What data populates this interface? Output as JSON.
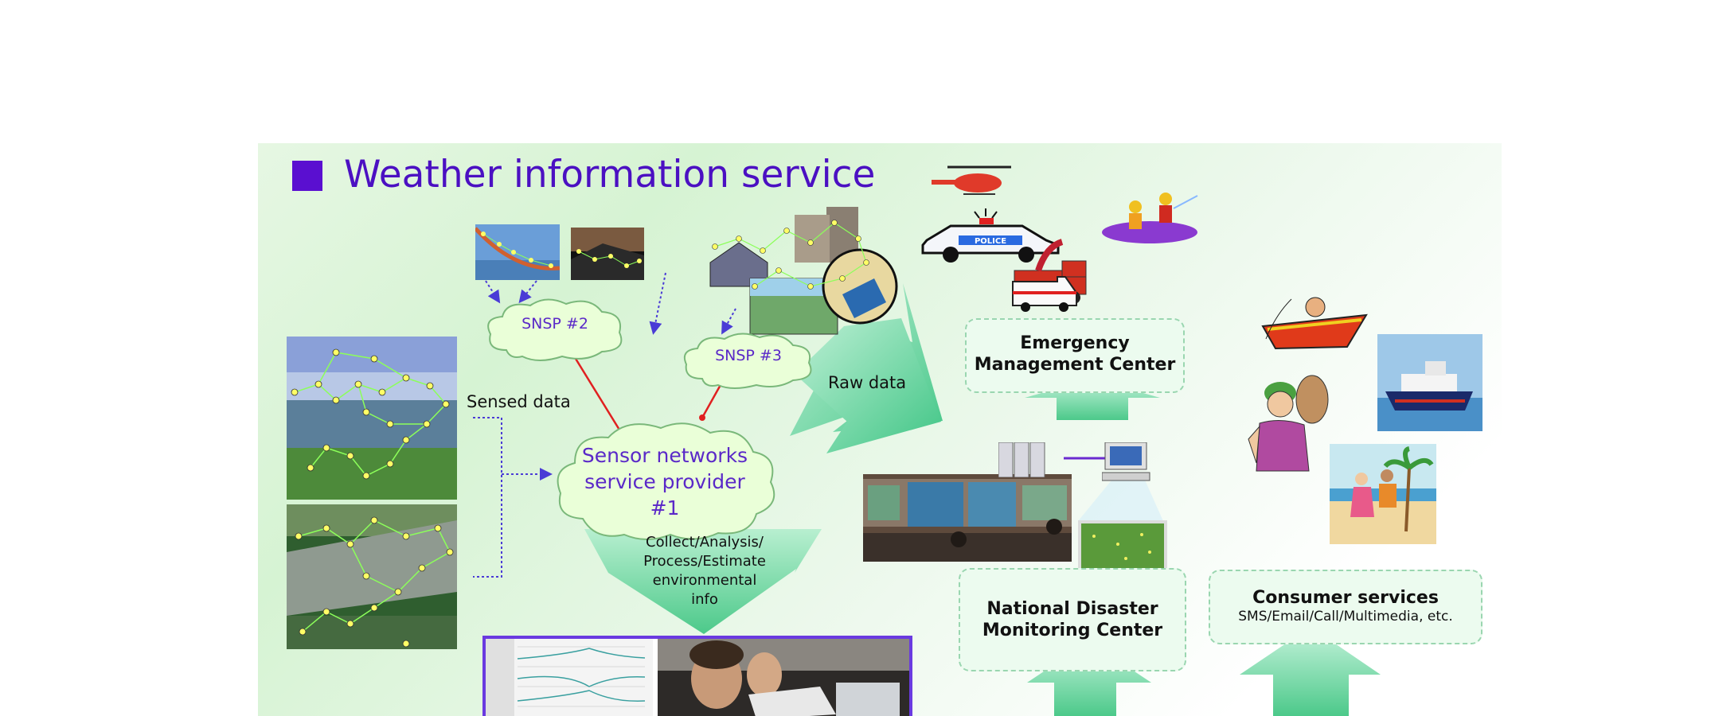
{
  "title": "Weather information service",
  "clouds": {
    "snsp2": "SNSP #2",
    "snsp3": "SNSP #3",
    "provider_line1": "Sensor networks",
    "provider_line2": "service provider",
    "provider_line3": "#1"
  },
  "labels": {
    "sensed_data": "Sensed data",
    "raw_data": "Raw data",
    "collect_line1": "Collect/Analysis/",
    "collect_line2": "Process/Estimate",
    "collect_line3": "environmental",
    "collect_line4": "info"
  },
  "boxes": {
    "emergency_line1": "Emergency",
    "emergency_line2": "Management Center",
    "disaster_line1": "National Disaster",
    "disaster_line2": "Monitoring Center",
    "consumer_title": "Consumer services",
    "consumer_sub": "SMS/Email/Call/Multimedia, etc."
  },
  "colors": {
    "title": "#4b10c2",
    "cloud_text": "#5a28c8",
    "link_red": "#e02020",
    "sensor_node": "#ffff66",
    "arrow_green": "#6fd6a0"
  }
}
